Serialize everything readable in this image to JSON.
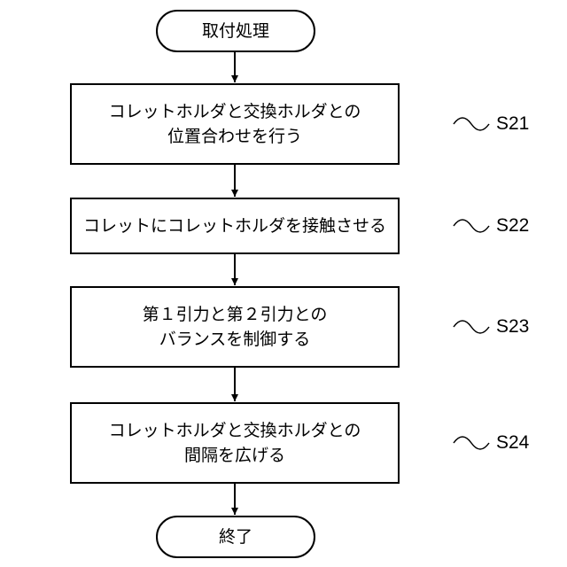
{
  "start": {
    "label": "取付処理"
  },
  "end": {
    "label": "終了"
  },
  "steps": [
    {
      "id": "S21",
      "lines": [
        "コレットホルダと交換ホルダとの",
        "位置合わせを行う"
      ]
    },
    {
      "id": "S22",
      "lines": [
        "コレットにコレットホルダを接触させる"
      ]
    },
    {
      "id": "S23",
      "lines": [
        "第１引力と第２引力との",
        "バランスを制御する"
      ]
    },
    {
      "id": "S24",
      "lines": [
        "コレットホルダと交換ホルダとの",
        "間隔を広げる"
      ]
    }
  ]
}
